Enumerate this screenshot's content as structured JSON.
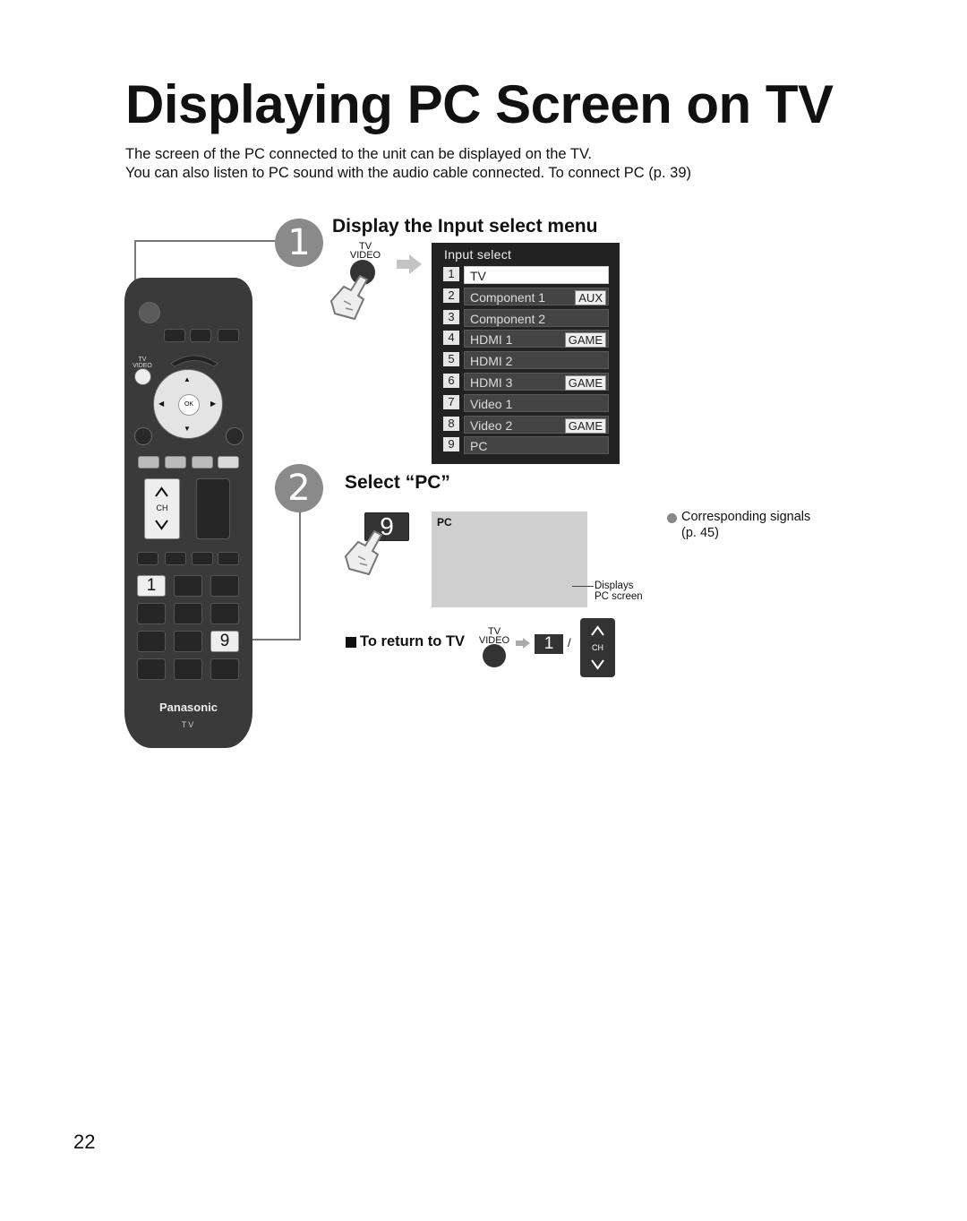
{
  "page": {
    "title": "Displaying PC Screen on TV",
    "intro_line1": "The screen of the PC connected to the unit can be displayed on the TV.",
    "intro_line2": "You can also listen to PC sound with the audio cable connected. To connect PC (p. 39)",
    "page_number": "22"
  },
  "step1": {
    "number": "1",
    "title": "Display the Input select menu",
    "button_label_top": "TV",
    "button_label_bottom": "VIDEO"
  },
  "input_menu": {
    "header": "Input select",
    "items": [
      {
        "num": "1",
        "label": "TV",
        "tag": ""
      },
      {
        "num": "2",
        "label": "Component 1",
        "tag": "AUX"
      },
      {
        "num": "3",
        "label": "Component 2",
        "tag": ""
      },
      {
        "num": "4",
        "label": "HDMI 1",
        "tag": "GAME"
      },
      {
        "num": "5",
        "label": "HDMI 2",
        "tag": ""
      },
      {
        "num": "6",
        "label": "HDMI 3",
        "tag": "GAME"
      },
      {
        "num": "7",
        "label": "Video 1",
        "tag": ""
      },
      {
        "num": "8",
        "label": "Video 2",
        "tag": "GAME"
      },
      {
        "num": "9",
        "label": "PC",
        "tag": ""
      }
    ],
    "selected_index": 0
  },
  "step2": {
    "number": "2",
    "title": "Select “PC”",
    "key_label": "9",
    "screen_label": "PC",
    "callout_line1": "Displays",
    "callout_line2": "PC screen",
    "note_line1": "Corresponding signals",
    "note_line2": "(p. 45)"
  },
  "return": {
    "label": "To return to TV",
    "button_label_top": "TV",
    "button_label_bottom": "VIDEO",
    "key_label": "1",
    "separator": "/",
    "ch_label": "CH"
  },
  "remote": {
    "tv_label": "TV",
    "video_label": "VIDEO",
    "ok_label": "OK",
    "ch_label": "CH",
    "key1": "1",
    "key9": "9",
    "brand": "Panasonic",
    "model": "TV"
  },
  "colors": {
    "step_circle": "#8a8a8a",
    "remote_body": "#3a3a3a",
    "menu_bg": "#222222",
    "pc_screen": "#cfcfcf"
  }
}
